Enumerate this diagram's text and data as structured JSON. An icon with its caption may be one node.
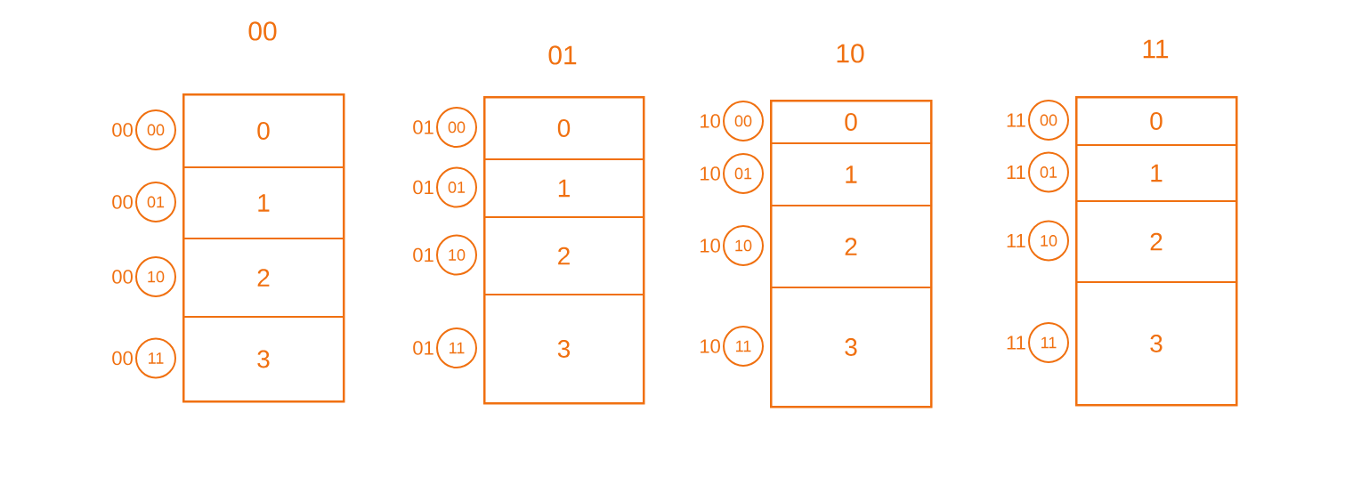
{
  "diagram": {
    "nodes": [
      {
        "text": [
          "00"
        ]
      },
      {
        "text": [
          "0"
        ],
        "in": 0
      },
      {
        "text": [
          "1"
        ],
        "in": 0
      },
      {
        "text": [
          "2"
        ],
        "in": 0
      },
      {
        "text": [
          "3"
        ],
        "in": 0
      },
      {
        "text": [
          "00"
        ],
        "beside": [
          "00"
        ]
      },
      {
        "text": [
          "01"
        ],
        "beside": [
          "00"
        ]
      },
      {
        "text": [
          "10"
        ],
        "beside": [
          "00"
        ]
      },
      {
        "text": [
          "11"
        ],
        "beside": [
          "00"
        ]
      },
      {
        "text": [
          "01"
        ]
      },
      {
        "text": [
          "0"
        ],
        "in": 9
      },
      {
        "text": [
          "1"
        ],
        "in": 9
      },
      {
        "text": [
          "2"
        ],
        "in": 9
      },
      {
        "text": [
          "3"
        ],
        "in": 9
      },
      {
        "text": [
          "00"
        ],
        "beside": [
          "01"
        ]
      },
      {
        "text": [
          "01"
        ],
        "beside": [
          "01"
        ]
      },
      {
        "text": [
          "10"
        ],
        "beside": [
          "01"
        ]
      },
      {
        "text": [
          "11"
        ],
        "beside": [
          "01"
        ]
      },
      {
        "text": [
          "10"
        ]
      },
      {
        "text": [
          "0"
        ],
        "in": 18
      },
      {
        "text": [
          "1"
        ],
        "in": 18
      },
      {
        "text": [
          "2"
        ],
        "in": 18
      },
      {
        "text": [
          "3"
        ],
        "in": 18
      },
      {
        "text": [
          "00"
        ],
        "beside": [
          "10"
        ]
      },
      {
        "text": [
          "01"
        ],
        "beside": [
          "10"
        ]
      },
      {
        "text": [
          "10"
        ],
        "beside": [
          "10"
        ]
      },
      {
        "text": [
          "11"
        ],
        "beside": [
          "10"
        ]
      },
      {
        "text": [
          "11"
        ]
      },
      {
        "text": [
          "0"
        ],
        "in": 27
      },
      {
        "text": [
          "1"
        ],
        "in": 27
      },
      {
        "text": [
          "2"
        ],
        "in": 27
      },
      {
        "text": [
          "3"
        ],
        "in": 27
      },
      {
        "text": [
          "00"
        ],
        "beside": [
          "11"
        ]
      },
      {
        "text": [
          "01"
        ],
        "beside": [
          "11"
        ]
      },
      {
        "text": [
          "10"
        ],
        "beside": [
          "11"
        ]
      },
      {
        "text": [
          "11"
        ],
        "beside": [
          "11"
        ]
      }
    ]
  }
}
